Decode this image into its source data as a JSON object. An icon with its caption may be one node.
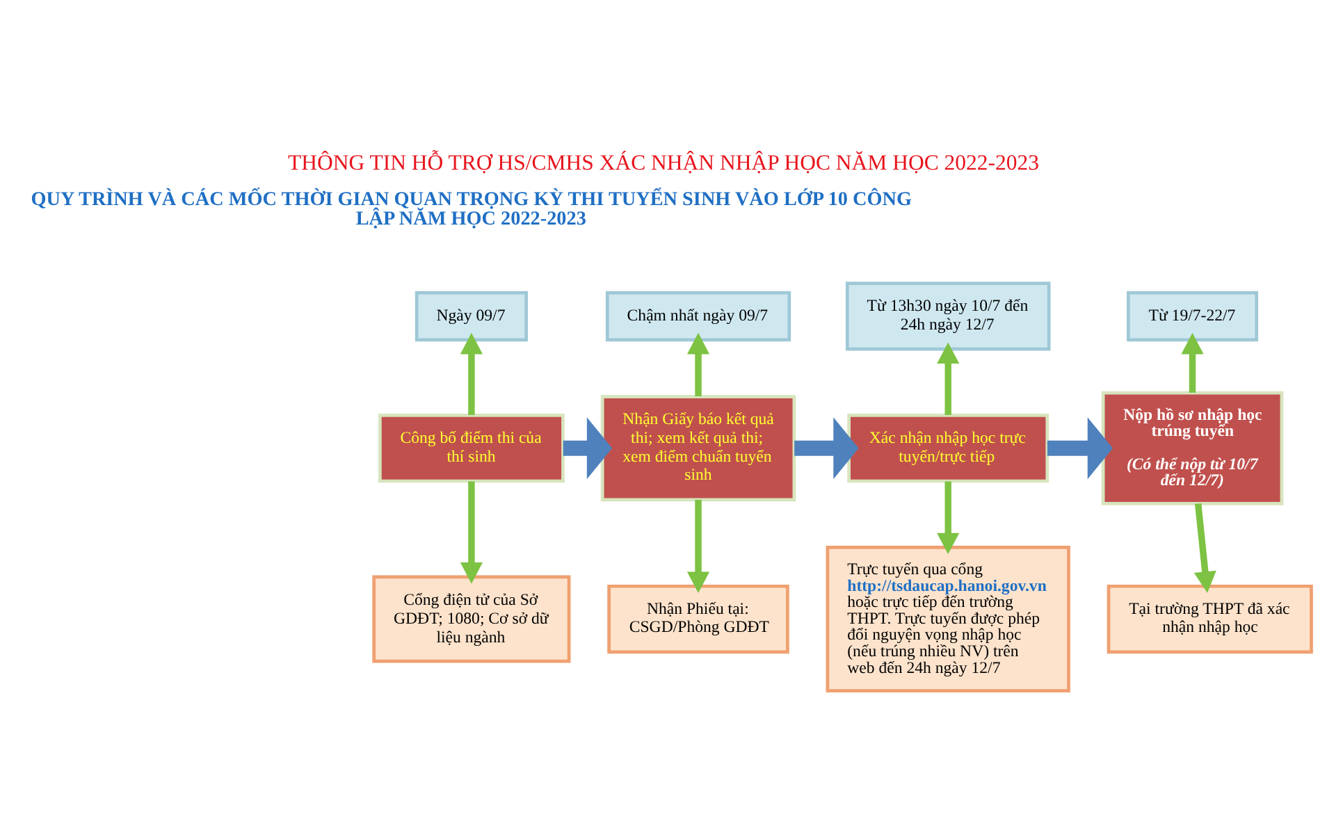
{
  "diagram": {
    "title": "THÔNG TIN HỖ TRỢ HS/CMHS XÁC NHẬN NHẬP HỌC NĂM HỌC 2022-2023",
    "nodes": [
      {
        "text": [
          "Ngày 09/7"
        ]
      },
      {
        "text": [
          "Chậm nhất ngày 09/7"
        ]
      },
      {
        "text": [
          "Từ 13h30 ngày 10/7 đến 24h ngày 12/7"
        ]
      },
      {
        "text": [
          "Từ 19/7-22/7"
        ]
      },
      {
        "text": [
          "Công bố điểm thi của thí sinh"
        ]
      },
      {
        "text": [
          "Nhận Giấy báo kết quả thi; xem kết quả thi; xem điểm chuẩn tuyển sinh"
        ]
      },
      {
        "text": [
          "Xác nhận nhập học trực tuyến/trực tiếp"
        ]
      },
      {
        "text": [
          "Nộp hồ sơ nhập học trúng tuyển",
          "(Có thể nộp từ 10/7 đến 12/7)"
        ]
      },
      {
        "text": [
          "Cổng điện tử của Sở GDĐT; 1080; Cơ sở dữ liệu ngành"
        ]
      },
      {
        "text": [
          "Nhận Phiếu tại: CSGD/Phòng GDĐT"
        ]
      },
      {
        "text": [
          "Trực tuyến qua cổng **http://tsdaucap.hanoi.gov.vn** hoặc trực tiếp đến trường THPT. Trực tuyến được phép đổi nguyện vọng nhập học (nếu trúng nhiều NV) trên web đến 24h ngày 12/7"
        ]
      },
      {
        "text": [
          "Tại trường THPT đã xác nhận nhập học"
        ]
      }
    ],
    "edges": [
      {
        "from": 4,
        "to": 0,
        "arrow": "to"
      },
      {
        "from": 4,
        "to": 8,
        "arrow": "to"
      },
      {
        "from": 4,
        "to": 5,
        "arrow": "to",
        "style": "thick",
        "color": "#4f81bd"
      },
      {
        "from": 5,
        "to": 1,
        "arrow": "to"
      },
      {
        "from": 5,
        "to": 9,
        "arrow": "to"
      },
      {
        "from": 5,
        "to": 6,
        "arrow": "to",
        "style": "thick",
        "color": "#4f81bd"
      },
      {
        "from": 6,
        "to": 2,
        "arrow": "to"
      },
      {
        "from": 6,
        "to": 10,
        "arrow": "to"
      },
      {
        "from": 6,
        "to": 7,
        "arrow": "to",
        "style": "thick",
        "color": "#4f81bd"
      },
      {
        "from": 7,
        "to": 3,
        "arrow": "to"
      },
      {
        "from": 7,
        "to": 11,
        "arrow": "to"
      }
    ],
    "labels": [
      "QUY TRÌNH VÀ CÁC MỐC THỜI GIAN QUAN TRỌNG KỲ THI TUYỂN SINH VÀO LỚP 10 CÔNG LẬP NĂM HỌC 2022-2023"
    ]
  }
}
